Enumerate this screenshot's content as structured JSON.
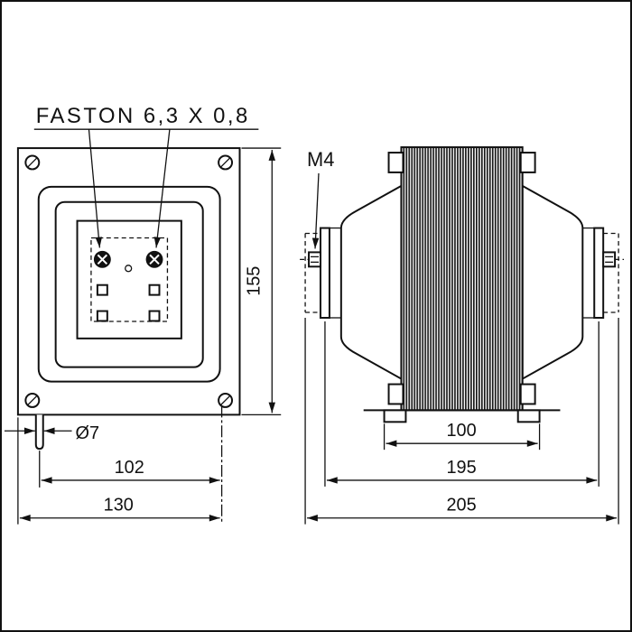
{
  "drawing": {
    "labels": {
      "faston": "FASTON 6,3 X 0,8",
      "thread": "M4"
    },
    "dimensions": {
      "front_height": "155",
      "stud_diameter": "Ø7",
      "stud_spacing": "102",
      "front_width": "130",
      "core_width": "100",
      "body_length": "195",
      "overall_length": "205"
    }
  }
}
